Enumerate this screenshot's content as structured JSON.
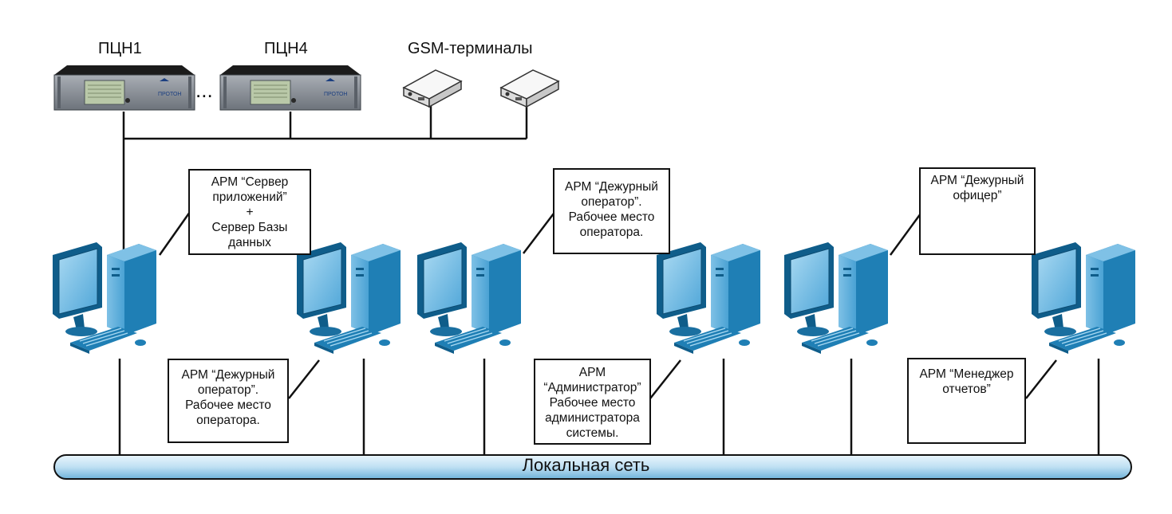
{
  "devices": {
    "pcn1_label": "ПЦН1",
    "pcn4_label": "ПЦН4",
    "gsm_label": "GSM-терминалы",
    "brand": "ПРОТОН",
    "ellipsis": "..."
  },
  "bus": {
    "label": "Локальная сеть"
  },
  "boxes": {
    "app_server": [
      "АРМ “Сервер",
      "приложений”",
      "+",
      "Сервер Базы",
      "данных"
    ],
    "duty_operator_1": [
      "АРМ “Дежурный",
      "оператор”.",
      "Рабочее место",
      "оператора."
    ],
    "duty_operator_2": [
      "АРМ “Дежурный",
      "оператор”.",
      "Рабочее место",
      "оператора."
    ],
    "administrator": [
      "АРМ",
      "“Администратор”",
      "Рабочее место",
      "администратора",
      "системы."
    ],
    "duty_officer": [
      "АРМ “Дежурный",
      "офицер”"
    ],
    "report_manager": [
      "АРМ “Менеджер",
      "отчетов”"
    ]
  },
  "colors": {
    "monitor": "#1f7fb5",
    "tower": "#2b8cc4",
    "rack": "#8a9099",
    "bus": "#bfe0f3"
  }
}
